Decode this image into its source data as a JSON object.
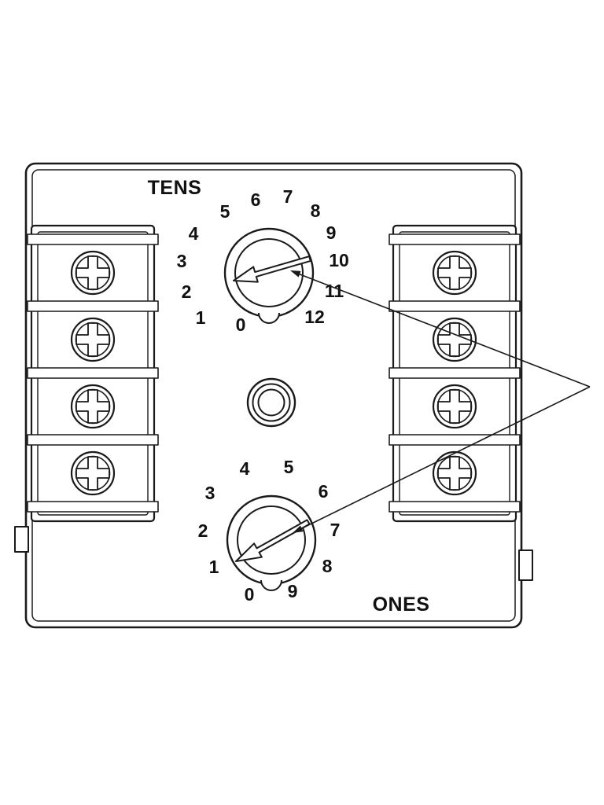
{
  "drawing": {
    "title": "Rotary switch front panel drawing",
    "tens_dial": {
      "label": "TENS",
      "numbers": [
        "0",
        "1",
        "2",
        "3",
        "4",
        "5",
        "6",
        "7",
        "8",
        "9",
        "10",
        "11",
        "12"
      ]
    },
    "ones_dial": {
      "label": "ONES",
      "numbers": [
        "0",
        "1",
        "2",
        "3",
        "4",
        "5",
        "6",
        "7",
        "8",
        "9"
      ]
    },
    "terminal_blocks": {
      "left_screw_count": 4,
      "right_screw_count": 4
    },
    "colors": {
      "line": "#1a1a1a",
      "background": "#ffffff"
    }
  }
}
